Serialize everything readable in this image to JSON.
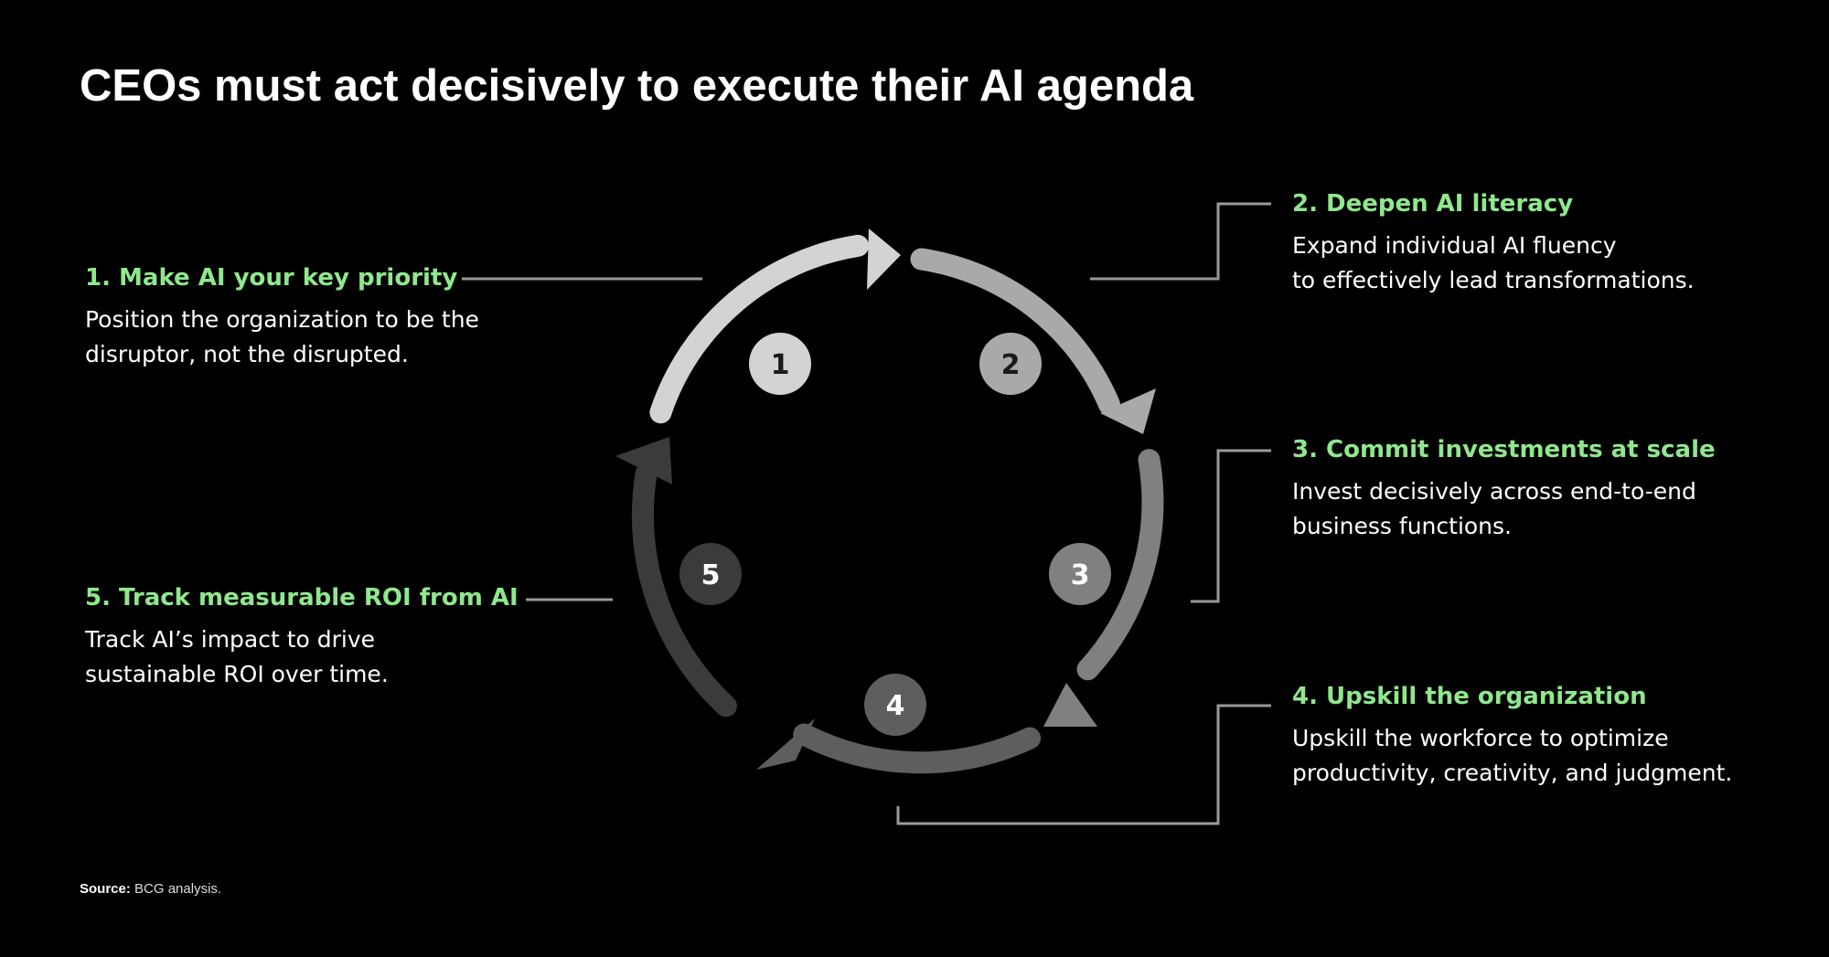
{
  "title": "CEOs must act decisively to execute their AI agenda",
  "steps": [
    {
      "number": "1",
      "heading": "1. Make AI your key priority",
      "desc1": "Position the organization to be the",
      "desc2": "disruptor, not the disrupted."
    },
    {
      "number": "2",
      "heading": "2. Deepen AI literacy",
      "desc1": "Expand individual AI fluency",
      "desc2": "to effectively lead transformations."
    },
    {
      "number": "3",
      "heading": "3. Commit investments at scale",
      "desc1": "Invest decisively across end-to-end",
      "desc2": "business functions."
    },
    {
      "number": "4",
      "heading": "4. Upskill the organization",
      "desc1": "Upskill the workforce to optimize",
      "desc2": "productivity, creativity, and judgment."
    },
    {
      "number": "5",
      "heading": "5. Track measurable ROI from AI",
      "desc1": "Track AI’s impact to drive",
      "desc2": "sustainable ROI over time."
    }
  ],
  "source": {
    "label": "Source:",
    "text": "BCG analysis."
  },
  "colors": {
    "background": "#000000",
    "heading": "#8fe88c",
    "arc1": "#d3d3d3",
    "arc2": "#a9a9a9",
    "arc3": "#808080",
    "arc4": "#5e5e5e",
    "arc5": "#3b3b3b",
    "connector": "#9a9a9a"
  }
}
